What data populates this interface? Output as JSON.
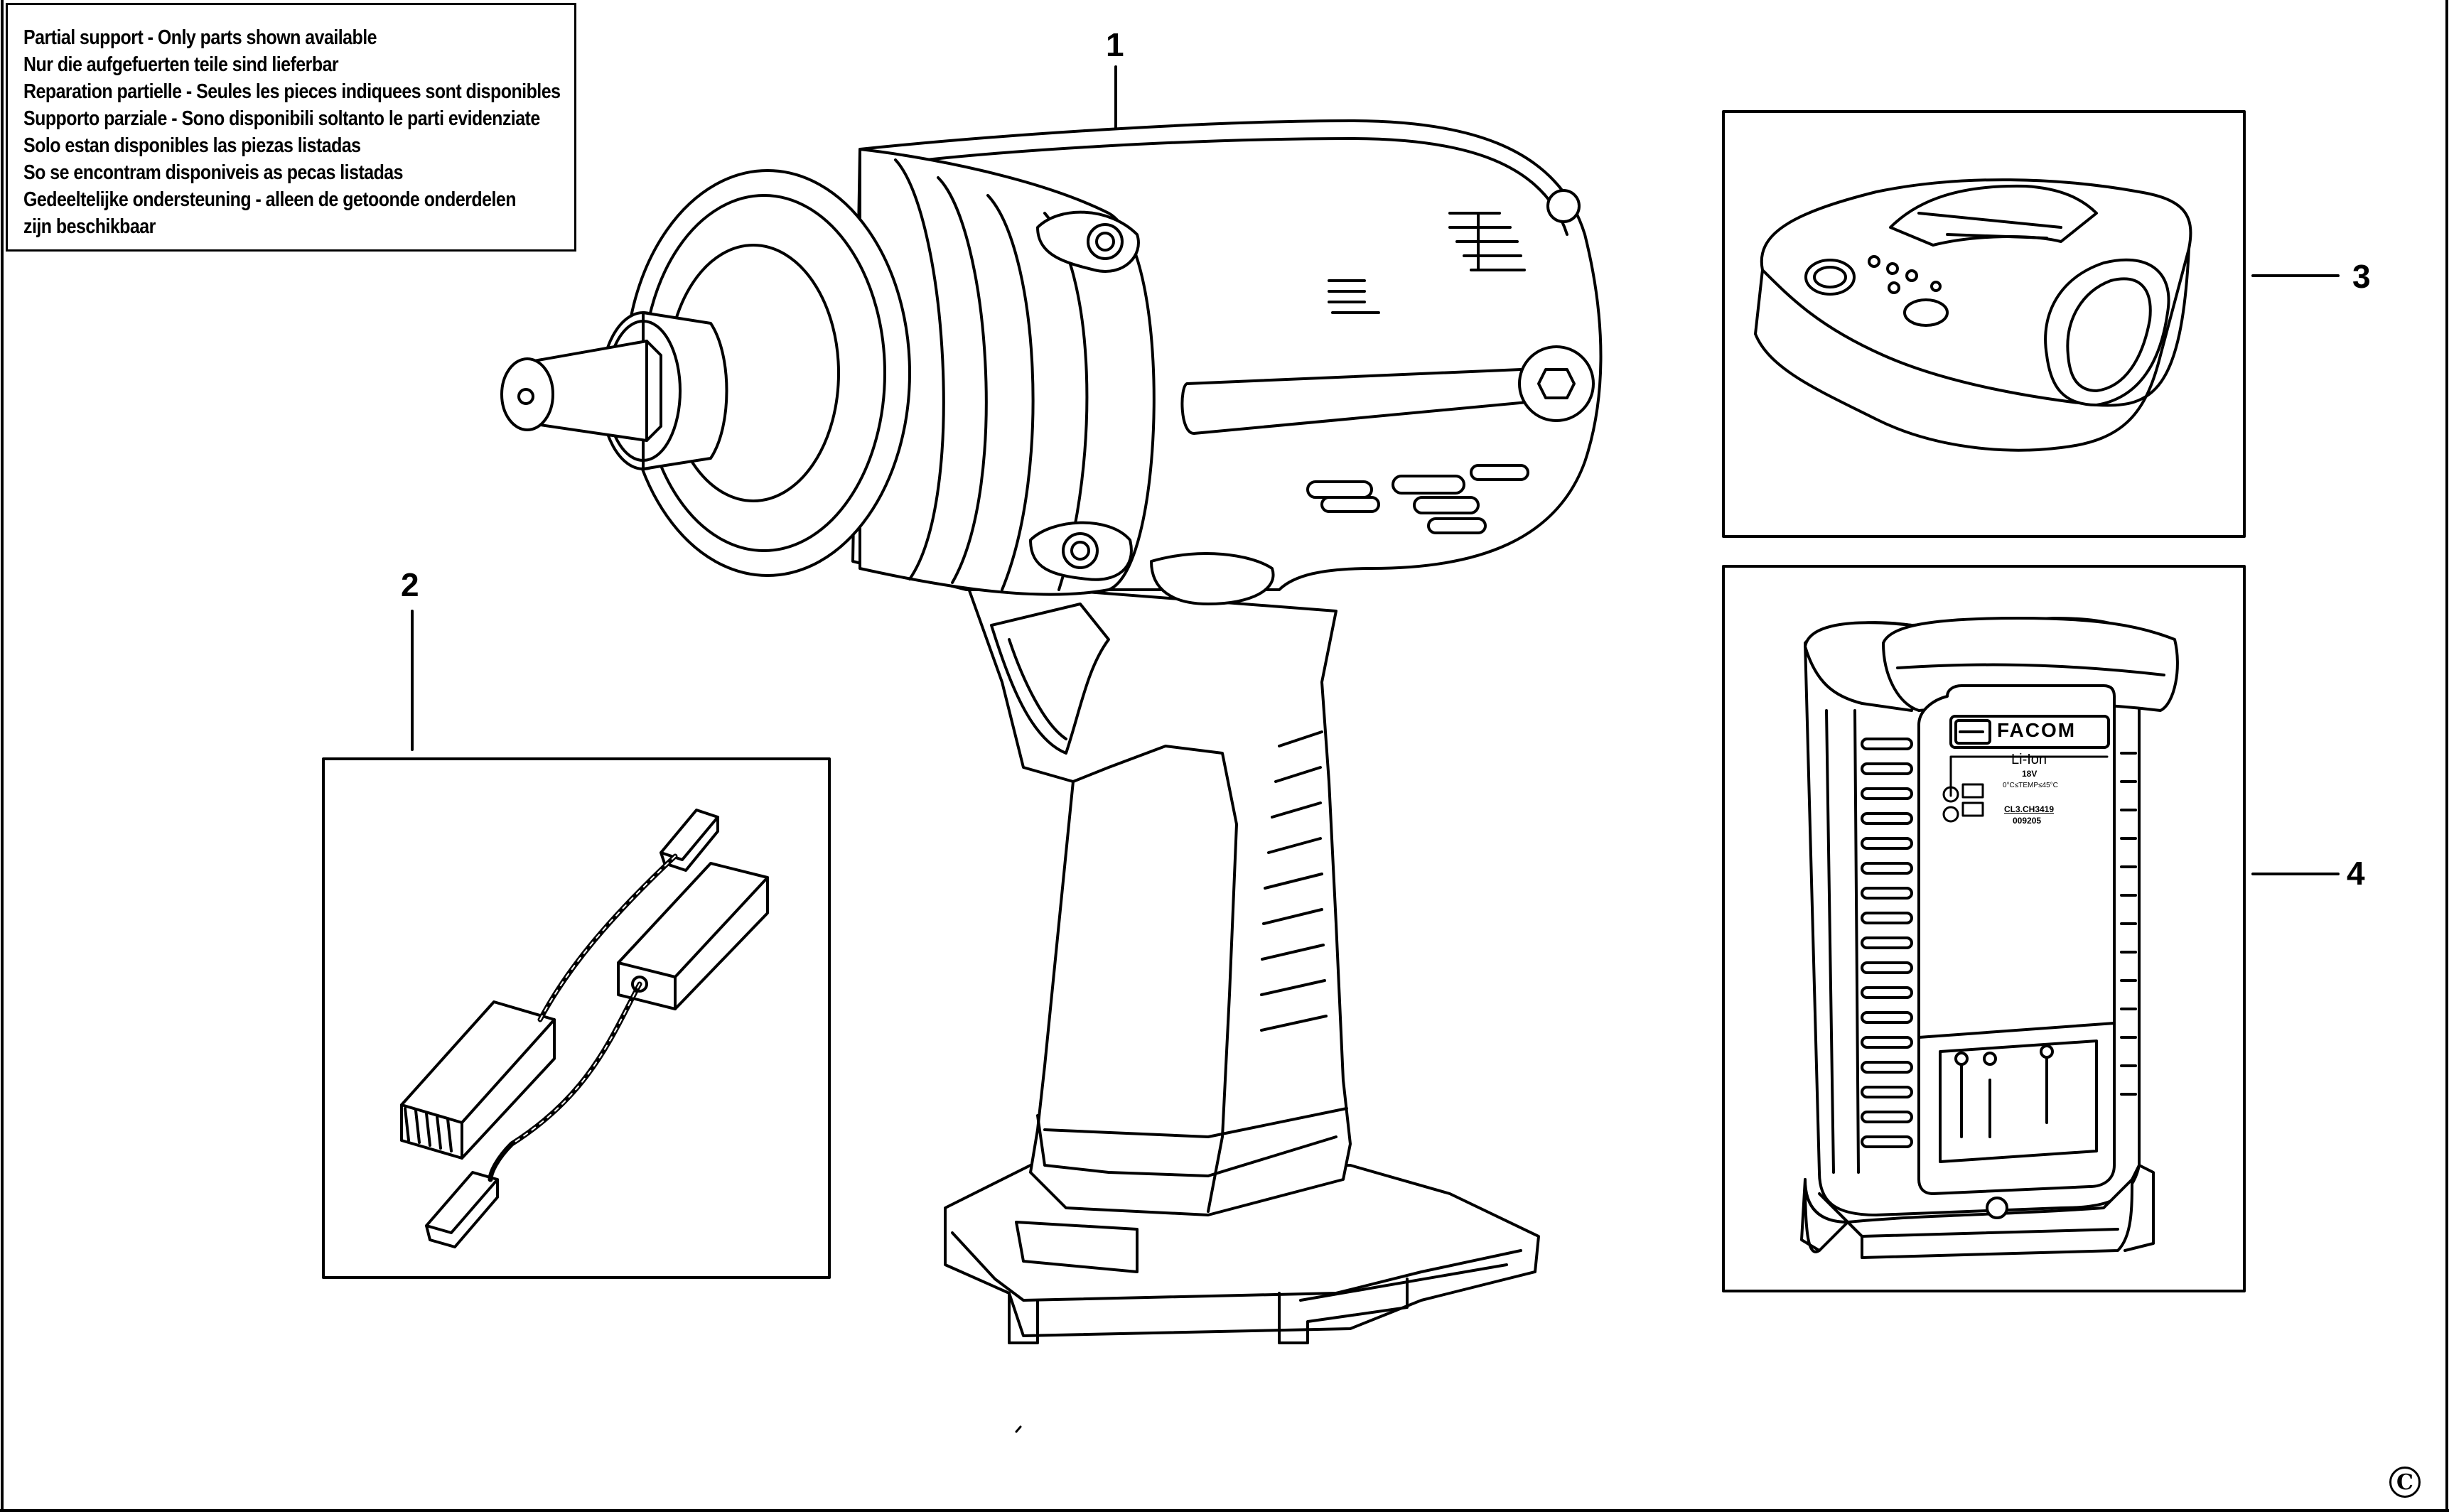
{
  "notice": {
    "lines": [
      "Partial support - Only parts shown available",
      "Nur die aufgefuerten teile sind lieferbar",
      "Reparation partielle - Seules les pieces indiquees sont disponibles",
      "Supporto parziale - Sono disponibili soltanto le parti evidenziate",
      "Solo estan disponibles las piezas listadas",
      "So se encontram disponiveis as pecas listadas",
      "Gedeeltelijke ondersteuning - alleen de getoonde onderdelen",
      "zijn beschikbaar"
    ]
  },
  "callouts": [
    {
      "id": "1",
      "part": "impact-wrench-body"
    },
    {
      "id": "2",
      "part": "carbon-brushes"
    },
    {
      "id": "3",
      "part": "battery-pack"
    },
    {
      "id": "4",
      "part": "battery-charger"
    }
  ],
  "charger_label": {
    "brand": "FACOM",
    "chemistry": "Li-Ion",
    "voltage": "18V",
    "temp_range": "0°C≤TEMP≤45°C",
    "model": "CL3.CH3419",
    "serial": "009205"
  },
  "copyright_symbol": "C"
}
